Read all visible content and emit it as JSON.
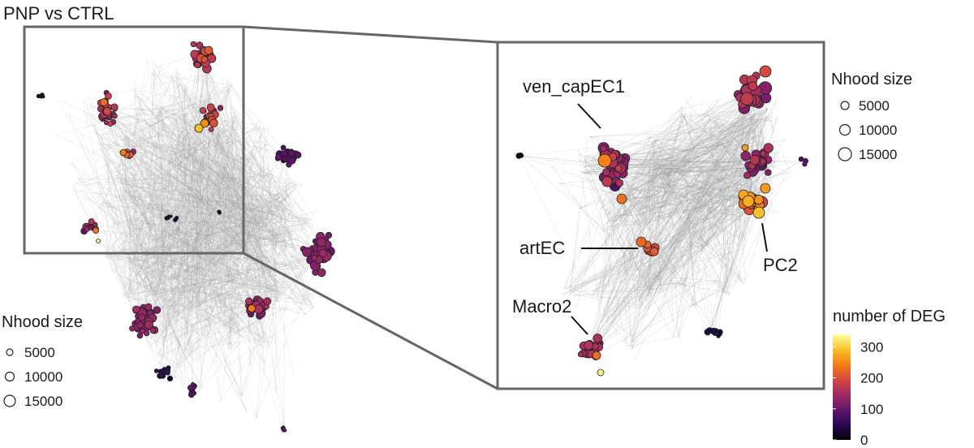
{
  "title": "PNP vs CTRL",
  "annotations": {
    "ven_capEC1": "ven_capEC1",
    "artEC": "artEC",
    "PC2": "PC2",
    "Macro2": "Macro2"
  },
  "legend_size_left": {
    "title": "Nhood size",
    "items": [
      5000,
      10000,
      15000
    ]
  },
  "legend_size_right": {
    "title": "Nhood size",
    "items": [
      5000,
      10000,
      15000
    ]
  },
  "legend_color": {
    "title": "number of DEG",
    "ticks": [
      300,
      200,
      100,
      0
    ],
    "range": [
      0,
      340
    ],
    "colormap": "inferno",
    "stops": [
      "#000004",
      "#280b54",
      "#65156e",
      "#9f2a63",
      "#d44842",
      "#f57d15",
      "#fac127",
      "#fcffa4"
    ]
  },
  "edge_color": "#9a9a9a",
  "frame_color": "#666666",
  "node_outline_color": "#222222"
}
